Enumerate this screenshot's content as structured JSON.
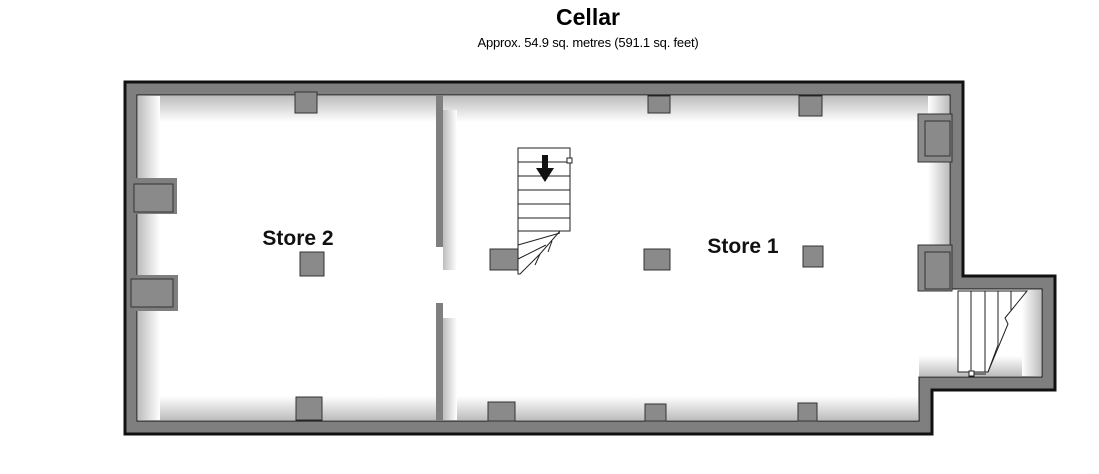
{
  "plan": {
    "title": "Cellar",
    "subtitle": "Approx. 54.9 sq. metres (591.1 sq. feet)"
  },
  "rooms": [
    {
      "name": "Store 2"
    },
    {
      "name": "Store 1"
    }
  ],
  "colors": {
    "wall_outer": "#111111",
    "wall_fill": "#7f7f7f",
    "floor": "#ffffff",
    "pillar": "#8a8a8a",
    "stairs": "#ffffff"
  }
}
